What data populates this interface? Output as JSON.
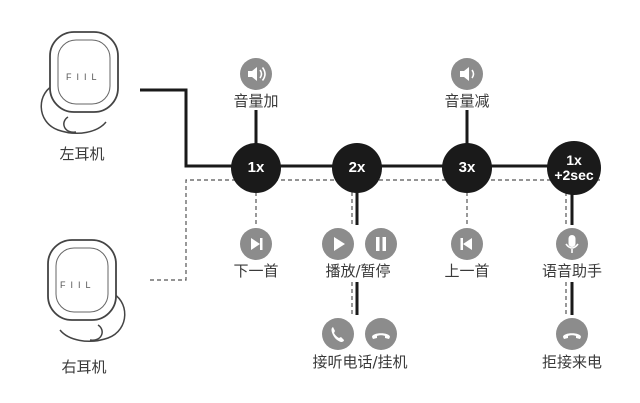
{
  "earbuds": {
    "left_label": "左耳机",
    "right_label": "右耳机",
    "brand_mark": "FIIL"
  },
  "nodes": [
    {
      "id": "n1",
      "text": "1x"
    },
    {
      "id": "n2",
      "text": "2x"
    },
    {
      "id": "n3",
      "text": "3x"
    },
    {
      "id": "n4",
      "line1": "1x",
      "line2": "+2sec"
    }
  ],
  "functions": {
    "volume_up": {
      "label": "音量加",
      "icon": "speaker-loud-icon"
    },
    "next_track": {
      "label": "下一首",
      "icon": "skip-next-icon"
    },
    "play_pause": {
      "label": "播放/暂停",
      "icons": [
        "play-icon",
        "pause-icon"
      ]
    },
    "answer_hangup": {
      "label": "接听电话/挂机",
      "icons": [
        "phone-answer-icon",
        "phone-hangup-icon"
      ]
    },
    "volume_down": {
      "label": "音量减",
      "icon": "speaker-quiet-icon"
    },
    "prev_track": {
      "label": "上一首",
      "icon": "skip-previous-icon"
    },
    "voice_assistant": {
      "label": "语音助手",
      "icon": "microphone-icon"
    },
    "reject_call": {
      "label": "拒接来电",
      "icon": "phone-hangup-icon"
    }
  },
  "colors": {
    "node": "#1a1a1a",
    "icon": "#8c8c8c",
    "line": "#1a1a1a",
    "dashed": "#555555"
  }
}
